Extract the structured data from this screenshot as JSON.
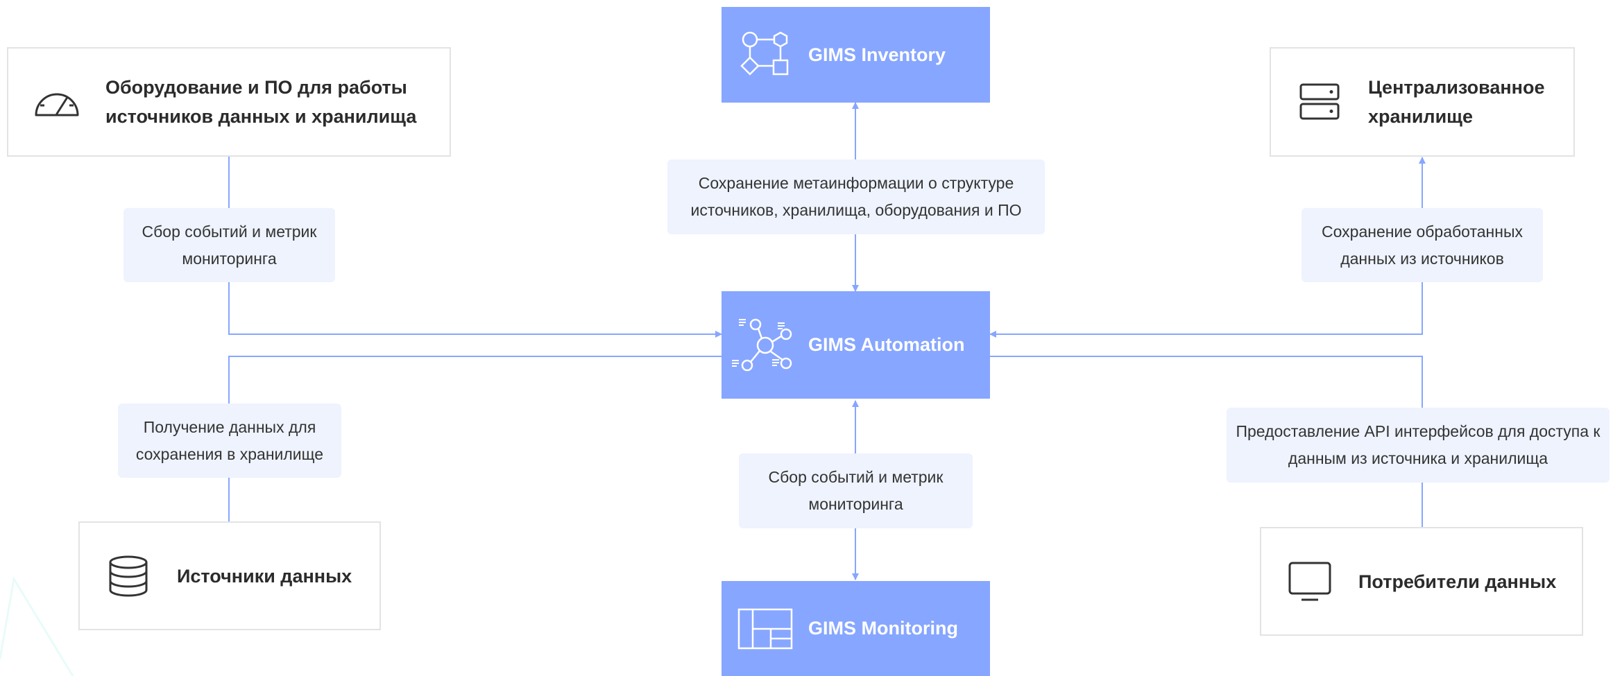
{
  "nodes": {
    "hardware": "Оборудование и ПО для работы источников данных и хранилища",
    "storage": "Централизованное хранилище",
    "sources": "Источники данных",
    "consumers": "Потребители данных"
  },
  "modules": {
    "inventory": "GIMS Inventory",
    "automation": "GIMS Automation",
    "monitoring": "GIMS Monitoring"
  },
  "edge_labels": {
    "collect_left": "Сбор событий и метрик мониторинга",
    "metainfo": "Сохранение метаинформации о структуре источников, хранилища, оборудования и ПО",
    "save_processed": "Сохранение обработанных данных из источников",
    "get_data": "Получение данных для сохранения в хранилище",
    "collect_bottom": "Сбор событий и метрик мониторинга",
    "api": "Предоставление API интерфейсов для  доступа к данным из источника и хранилища"
  },
  "icons": {
    "hardware": "speedometer-icon",
    "storage": "server-icon",
    "sources": "database-icon",
    "consumers": "monitor-icon",
    "inventory": "shapes-graph-icon",
    "automation": "network-icon",
    "monitoring": "dashboard-layout-icon"
  },
  "colors": {
    "module_fill": "#87a6ff",
    "connector": "#87a6ff",
    "label_fill": "#eef3fe",
    "node_border": "#e3e3e3"
  }
}
